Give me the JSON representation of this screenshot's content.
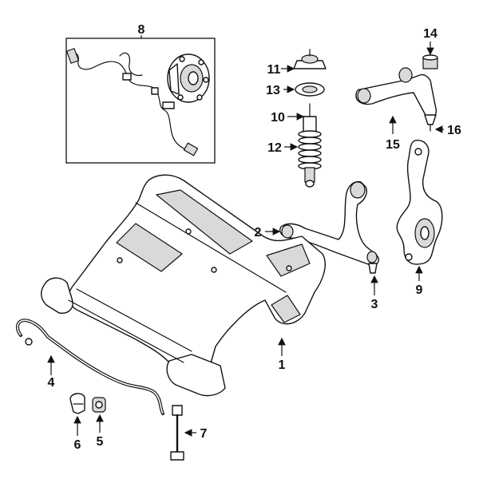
{
  "diagram": {
    "callouts": {
      "p1": "1",
      "p2": "2",
      "p3": "3",
      "p4": "4",
      "p5": "5",
      "p6": "6",
      "p7": "7",
      "p8": "8",
      "p9": "9",
      "p10": "10",
      "p11": "11",
      "p12": "12",
      "p13": "13",
      "p14": "14",
      "p15": "15",
      "p16": "16"
    },
    "colors": {
      "line": "#111111",
      "shade": "#d9d9d9",
      "background": "#ffffff"
    }
  }
}
